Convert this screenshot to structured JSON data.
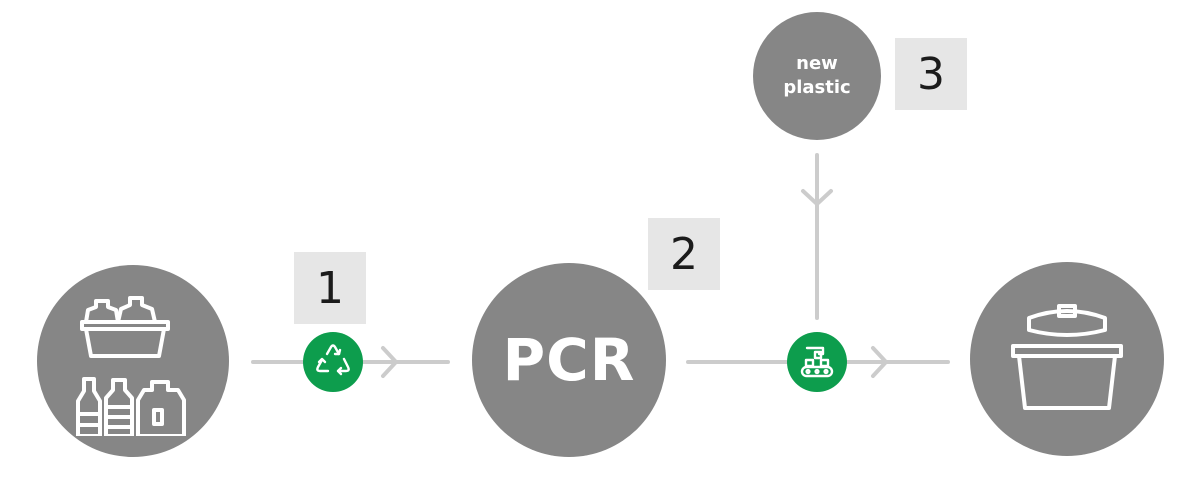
{
  "nodes": {
    "pcr_label": "PCR",
    "new_plastic_label": "new\nplastic"
  },
  "steps": [
    {
      "number": "1"
    },
    {
      "number": "2"
    },
    {
      "number": "3"
    }
  ],
  "icons": {
    "waste_plastics": "plastic-containers-icon",
    "recycle": "recycle-icon",
    "manufacturing": "conveyor-belt-icon",
    "product": "container-with-lid-icon"
  },
  "colors": {
    "node_gray": "#868686",
    "line_gray": "#cccccc",
    "process_green": "#0d9d4d",
    "badge_bg": "#e6e6e6",
    "badge_text": "#1b1b1b"
  }
}
